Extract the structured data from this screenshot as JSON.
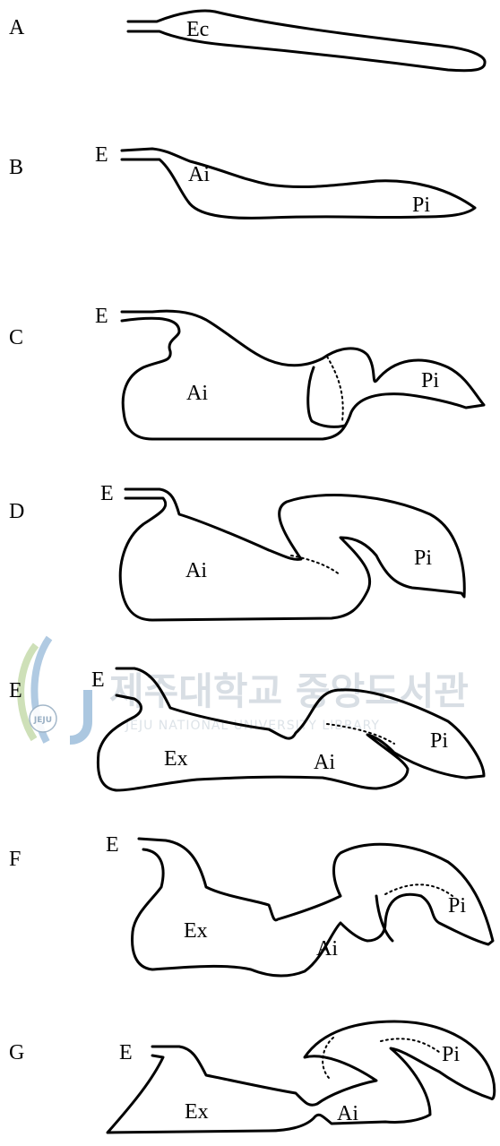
{
  "panels": [
    {
      "letter": "A",
      "labels": {
        "ec": "Ec"
      }
    },
    {
      "letter": "B",
      "labels": {
        "e": "E",
        "ai": "Ai",
        "pi": "Pi"
      }
    },
    {
      "letter": "C",
      "labels": {
        "e": "E",
        "ai": "Ai",
        "pi": "Pi"
      }
    },
    {
      "letter": "D",
      "labels": {
        "e": "E",
        "ai": "Ai",
        "pi": "Pi"
      }
    },
    {
      "letter": "E",
      "labels": {
        "e": "E",
        "ex": "Ex",
        "ai": "Ai",
        "pi": "Pi"
      }
    },
    {
      "letter": "F",
      "labels": {
        "e": "E",
        "ex": "Ex",
        "ai": "Ai",
        "pi": "Pi"
      }
    },
    {
      "letter": "G",
      "labels": {
        "e": "E",
        "ex": "Ex",
        "ai": "Ai",
        "pi": "Pi"
      }
    }
  ],
  "watermark": {
    "title": "제주대학교 중앙도서관",
    "subtitle": "JEJU NATIONAL UNIVERSITY LIBRARY",
    "badge": "JEJU"
  },
  "colors": {
    "ink": "#000000",
    "watermark": "#d8dee4",
    "logo_blue": "#8fb4d6",
    "logo_green": "#b9d39a"
  }
}
